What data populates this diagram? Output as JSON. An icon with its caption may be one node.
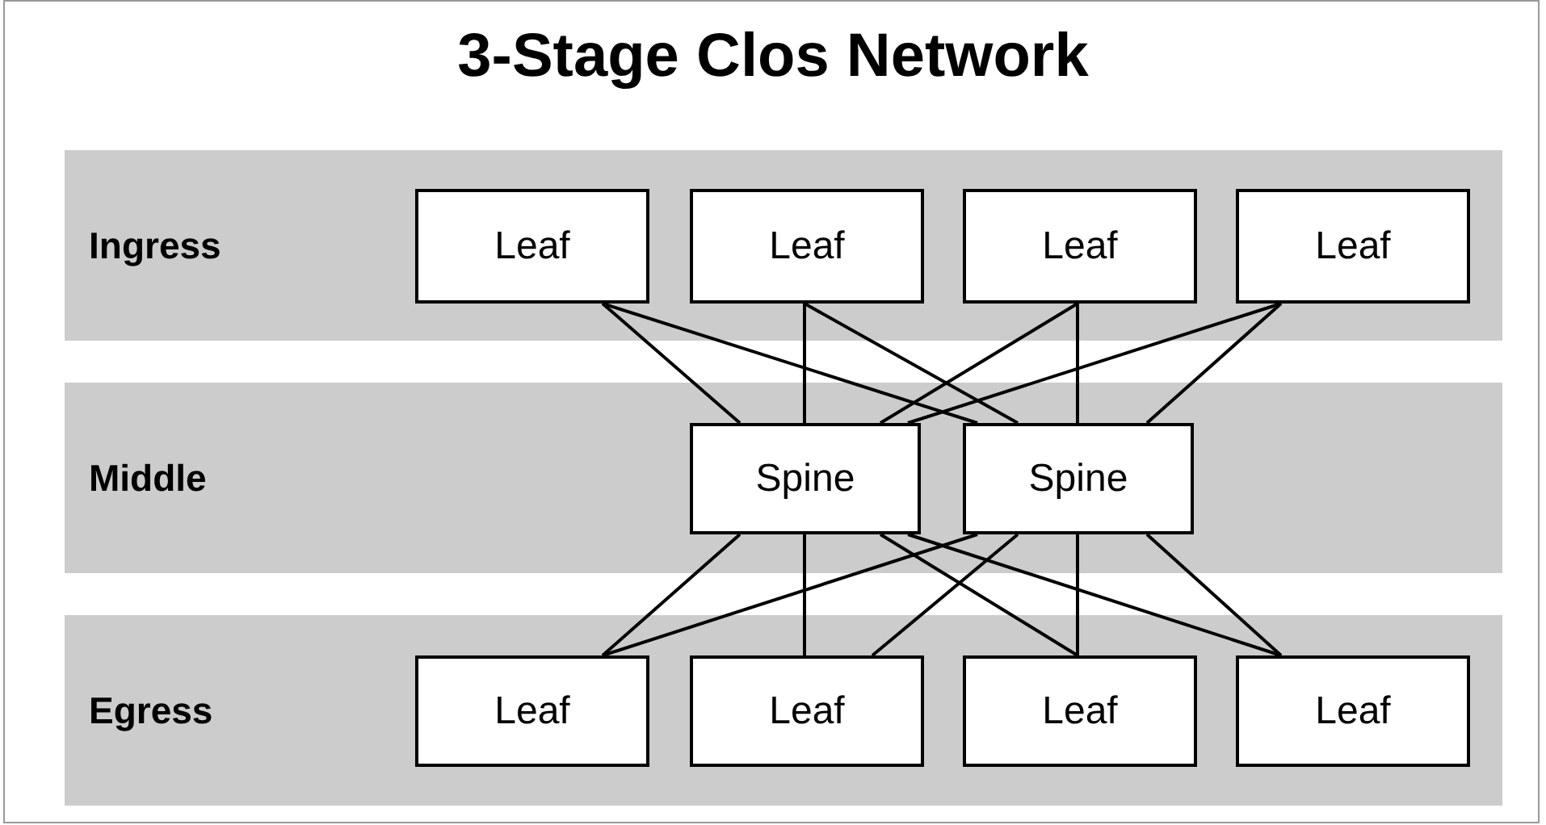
{
  "diagram": {
    "title": "3-Stage Clos Network",
    "nodes": [
      {
        "text": [
          "Ingress"
        ]
      },
      {
        "text": [
          "Leaf"
        ],
        "in": 0
      },
      {
        "text": [
          "Leaf"
        ],
        "in": 0
      },
      {
        "text": [
          "Leaf"
        ],
        "in": 0
      },
      {
        "text": [
          "Leaf"
        ],
        "in": 0
      },
      {
        "text": [
          "Middle"
        ]
      },
      {
        "text": [
          "Spine"
        ],
        "in": 5
      },
      {
        "text": [
          "Spine"
        ],
        "in": 5
      },
      {
        "text": [
          "Egress"
        ]
      },
      {
        "text": [
          "Leaf"
        ],
        "in": 8
      },
      {
        "text": [
          "Leaf"
        ],
        "in": 8
      },
      {
        "text": [
          "Leaf"
        ],
        "in": 8
      },
      {
        "text": [
          "Leaf"
        ],
        "in": 8
      }
    ],
    "edges": [
      {
        "from": 1,
        "to": 6,
        "arrow": "none"
      },
      {
        "from": 1,
        "to": 7,
        "arrow": "none"
      },
      {
        "from": 2,
        "to": 6,
        "arrow": "none"
      },
      {
        "from": 2,
        "to": 7,
        "arrow": "none"
      },
      {
        "from": 3,
        "to": 6,
        "arrow": "none"
      },
      {
        "from": 3,
        "to": 7,
        "arrow": "none"
      },
      {
        "from": 4,
        "to": 6,
        "arrow": "none"
      },
      {
        "from": 4,
        "to": 7,
        "arrow": "none"
      },
      {
        "from": 6,
        "to": 9,
        "arrow": "none"
      },
      {
        "from": 6,
        "to": 10,
        "arrow": "none"
      },
      {
        "from": 6,
        "to": 11,
        "arrow": "none"
      },
      {
        "from": 6,
        "to": 12,
        "arrow": "none"
      },
      {
        "from": 7,
        "to": 9,
        "arrow": "none"
      },
      {
        "from": 7,
        "to": 10,
        "arrow": "none"
      },
      {
        "from": 7,
        "to": 11,
        "arrow": "none"
      },
      {
        "from": 7,
        "to": 12,
        "arrow": "none"
      }
    ]
  }
}
